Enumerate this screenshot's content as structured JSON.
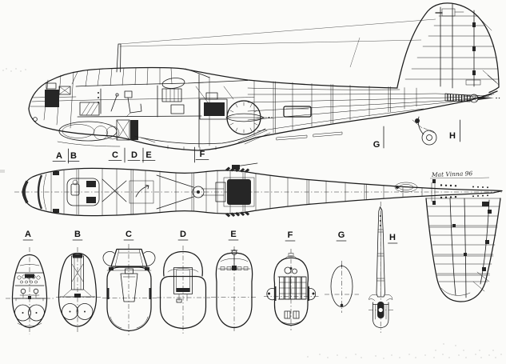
{
  "document": {
    "type": "technical cutaway three-view drawing",
    "subject": "single-engine military aircraft: side structural cutaway, fuselage plan view with tailplane, and fuselage cross sections"
  },
  "colors": {
    "ink": "#1c1c1c",
    "paper": "#fbfbf9"
  },
  "side_view": {
    "station_labels": [
      "A",
      "B",
      "C",
      "D",
      "E",
      "F"
    ],
    "tail_station_labels": [
      "G",
      "H"
    ]
  },
  "cross_sections": {
    "labels": [
      "A",
      "B",
      "C",
      "D",
      "E",
      "F",
      "G",
      "H"
    ]
  },
  "signature": "Mat Vinna  96"
}
